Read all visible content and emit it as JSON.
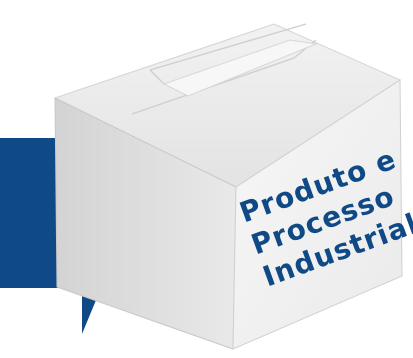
{
  "label": {
    "line1": "Produto e",
    "line2": "Processo",
    "line3": "Industrial"
  },
  "icons": {
    "arrow": "arrow-right-icon",
    "box": "cardboard-box-icon"
  },
  "colors": {
    "arrow": "#0f4a86",
    "label_text": "#0f4a86",
    "box_top": "#ececec",
    "box_left": "#dcdcdc",
    "box_front": "#f2f2f2"
  }
}
